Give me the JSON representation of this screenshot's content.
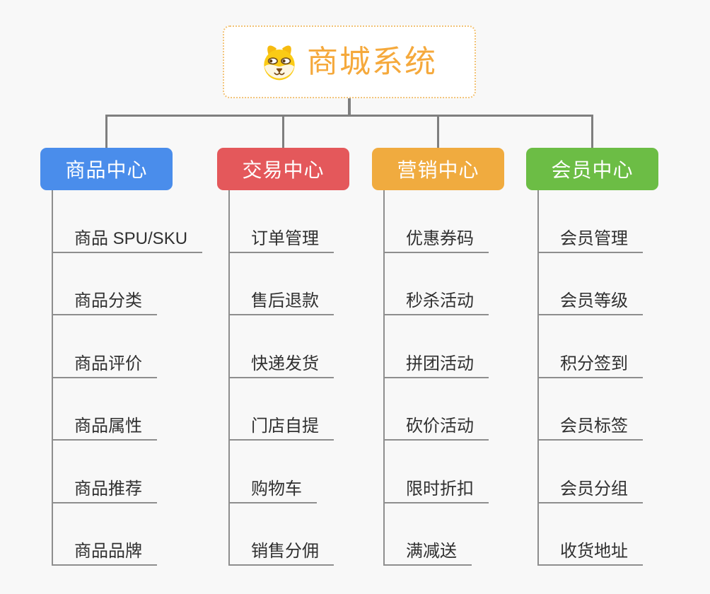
{
  "canvas": {
    "background": "#f8f8f8"
  },
  "root": {
    "title": "商城系统",
    "icon": "dog-face-icon",
    "text_color": "#f5a93c",
    "border_color": "#f2c377"
  },
  "branches": [
    {
      "label": "商品中心",
      "color": "#4a8deb",
      "children": [
        "商品 SPU/SKU",
        "商品分类",
        "商品评价",
        "商品属性",
        "商品推荐",
        "商品品牌"
      ]
    },
    {
      "label": "交易中心",
      "color": "#e4585b",
      "children": [
        "订单管理",
        "售后退款",
        "快递发货",
        "门店自提",
        "购物车",
        "销售分佣"
      ]
    },
    {
      "label": "营销中心",
      "color": "#f0ab3f",
      "children": [
        "优惠券码",
        "秒杀活动",
        "拼团活动",
        "砍价活动",
        "限时折扣",
        "满减送"
      ]
    },
    {
      "label": "会员中心",
      "color": "#6cbd45",
      "children": [
        "会员管理",
        "会员等级",
        "积分签到",
        "会员标签",
        "会员分组",
        "收货地址"
      ]
    }
  ],
  "lines": {
    "trunk_color": "#7f7f7f",
    "leaf_line_color": "#8e8e8e",
    "leaf_text_color": "#303030"
  }
}
